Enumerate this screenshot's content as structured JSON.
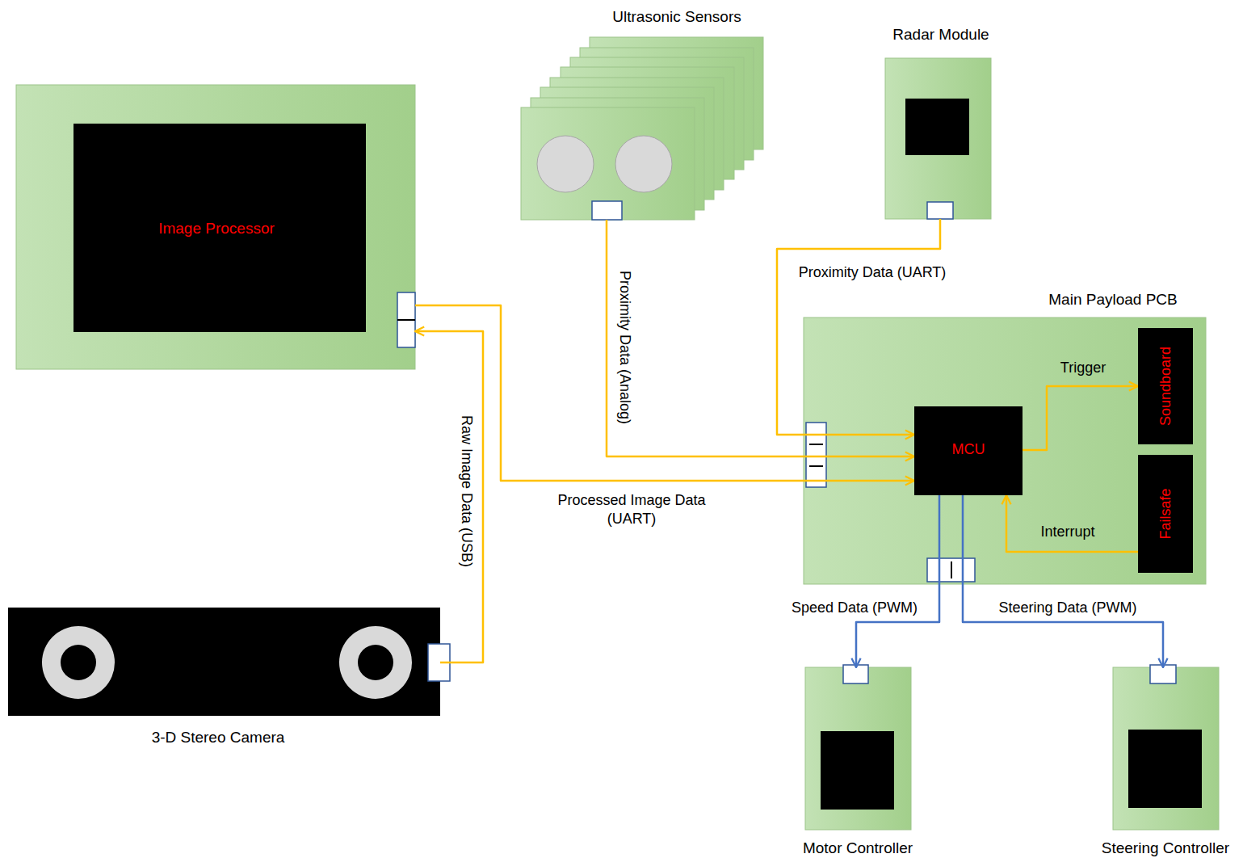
{
  "diagram": {
    "nodes": [
      {
        "text": [
          "Ultrasonic Sensors"
        ]
      },
      {
        "text": [
          "Radar Module"
        ]
      },
      {
        "text": [
          "Image Processor"
        ]
      },
      {
        "text": [
          "Main Payload PCB"
        ]
      },
      {
        "text": [
          "MCU"
        ],
        "in": 3
      },
      {
        "text": [
          "Soundboard"
        ],
        "in": 3
      },
      {
        "text": [
          "Failsafe"
        ],
        "in": 3
      },
      {
        "text": [
          "3-D Stereo Camera"
        ]
      },
      {
        "text": [
          "Motor Controller"
        ]
      },
      {
        "text": [
          "Steering Controller"
        ]
      }
    ],
    "edges": [
      {
        "from": 7,
        "to": 2,
        "arrow": "to",
        "label": "Raw Image Data (USB)"
      },
      {
        "from": 2,
        "to": 4,
        "arrow": "to",
        "label": "Processed Image Data (UART)"
      },
      {
        "from": 0,
        "to": 4,
        "arrow": "to",
        "label": "Proximity Data (Analog)"
      },
      {
        "from": 1,
        "to": 4,
        "arrow": "to",
        "label": "Proximity Data (UART)"
      },
      {
        "from": 4,
        "to": 5,
        "arrow": "to",
        "label": "Trigger"
      },
      {
        "from": 6,
        "to": 4,
        "arrow": "to",
        "label": "Interrupt"
      },
      {
        "from": 4,
        "to": 8,
        "arrow": "to",
        "label": "Speed Data (PWM)"
      },
      {
        "from": 4,
        "to": 9,
        "arrow": "to",
        "label": "Steering Data (PWM)"
      }
    ]
  }
}
